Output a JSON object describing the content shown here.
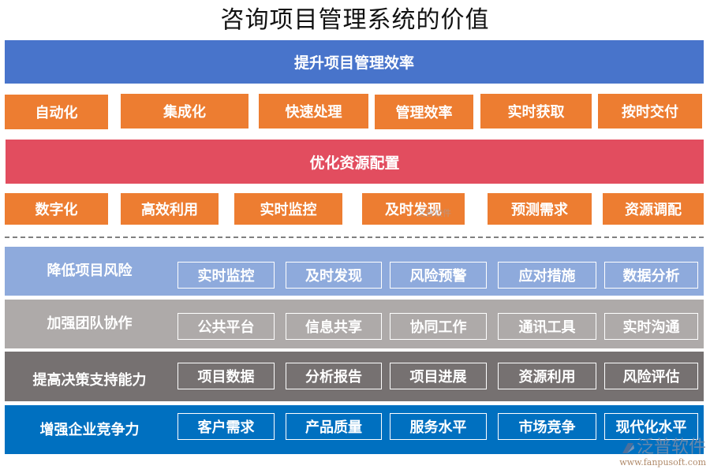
{
  "title": "咨询项目管理系统的价值",
  "colors": {
    "blue_bar": "#4874cb",
    "red_bar": "#e24d5f",
    "orange": "#ed7d31",
    "band1": "#8eaadc",
    "band2": "#aeaaa9",
    "band3": "#767171",
    "band4": "#0070c0"
  },
  "section1": {
    "header": "提升项目管理效率",
    "items": [
      "自动化",
      "集成化",
      "快速处理",
      "管理效率",
      "实时获取",
      "按时交付"
    ]
  },
  "section2": {
    "header": "优化资源配置",
    "items": [
      "数字化",
      "高效利用",
      "实时监控",
      "及时发现",
      "预测需求",
      "资源调配"
    ]
  },
  "bands": [
    {
      "label": "降低项目风险",
      "items": [
        "实时监控",
        "及时发现",
        "风险预警",
        "应对措施",
        "数据分析"
      ]
    },
    {
      "label": "加强团队协作",
      "items": [
        "公共平台",
        "信息共享",
        "协同工作",
        "通讯工具",
        "实时沟通"
      ]
    },
    {
      "label": "提高决策支持能力",
      "items": [
        "项目数据",
        "分析报告",
        "项目进展",
        "资源利用",
        "风险评估"
      ]
    },
    {
      "label": "增强企业竞争力",
      "items": [
        "客户需求",
        "产品质量",
        "服务水平",
        "市场竞争",
        "现代化水平"
      ]
    }
  ],
  "watermark": {
    "brand": "泛普软件",
    "url": "www.fanpusoft.com"
  }
}
